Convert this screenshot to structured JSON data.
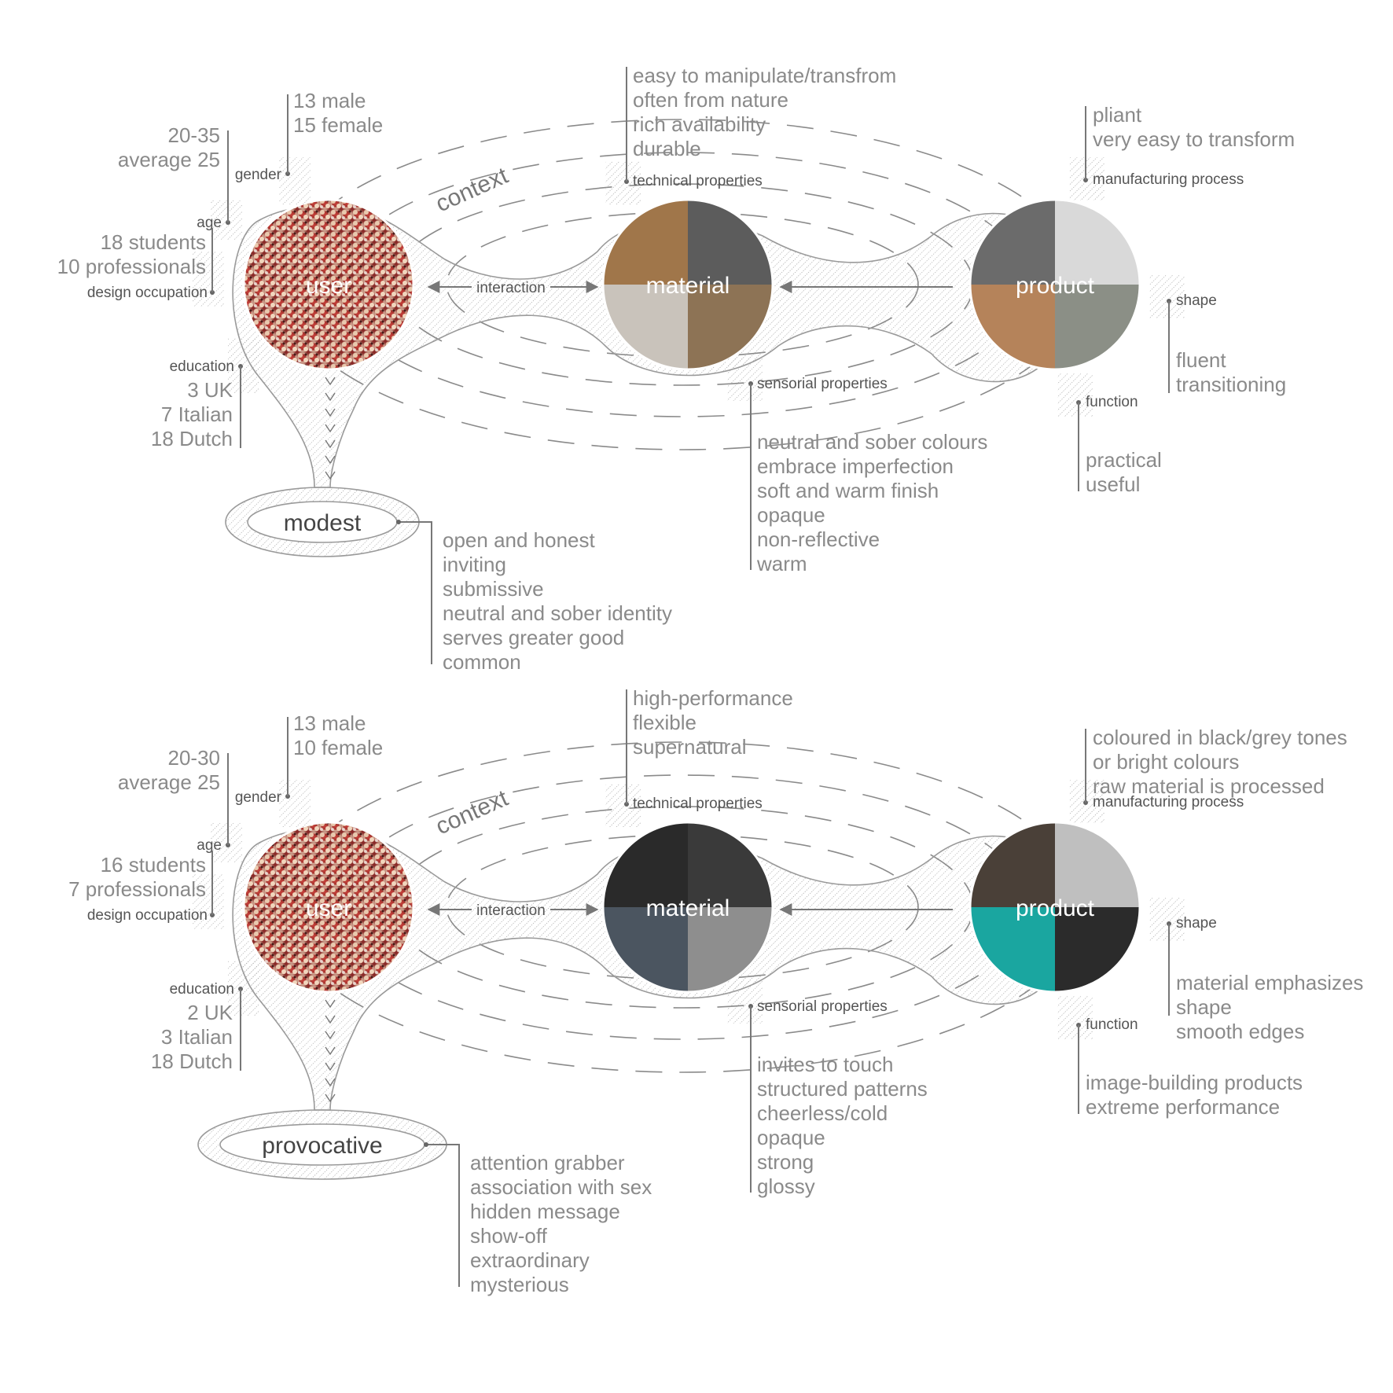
{
  "panels": [
    {
      "key": "modest",
      "context_label": "context",
      "nodes": {
        "user": "user",
        "material": "material",
        "product": "product"
      },
      "interaction_label": "interaction",
      "outcome": "modest",
      "outcome_items": [
        "open and honest",
        "inviting",
        "submissive",
        "neutral and sober identity",
        "serves greater good",
        "common"
      ],
      "gender": {
        "label": "gender",
        "values": [
          "13 male",
          "15 female"
        ]
      },
      "age": {
        "label": "age",
        "values": [
          "20-35",
          "average 25"
        ]
      },
      "design_occupation": {
        "label": "design occupation",
        "values": [
          "18 students",
          "10 professionals"
        ]
      },
      "education": {
        "label": "education",
        "values": [
          "3 UK",
          "7 Italian",
          "18 Dutch"
        ]
      },
      "technical_properties": {
        "label": "technical properties",
        "values": [
          "easy to manipulate/transfrom",
          "often from nature",
          "rich availability",
          "durable"
        ]
      },
      "sensorial_properties": {
        "label": "sensorial properties",
        "values": [
          "neutral and sober colours",
          "embrace imperfection",
          "soft and warm finish",
          "opaque",
          "non-reflective",
          "warm"
        ]
      },
      "manufacturing_process": {
        "label": "manufacturing process",
        "values": [
          "pliant",
          "very easy to transform"
        ]
      },
      "shape": {
        "label": "shape",
        "values": [
          "fluent",
          "transitioning"
        ]
      },
      "function": {
        "label": "function",
        "values": [
          "practical",
          "useful"
        ]
      },
      "colors": {
        "material_quads": [
          "#a0764a",
          "#5c5c5c",
          "#c9c3bb",
          "#8d7355"
        ],
        "product_quads": [
          "#6b6b6b",
          "#d9d9d9",
          "#b5835a",
          "#8b8f86"
        ]
      }
    },
    {
      "key": "provocative",
      "context_label": "context",
      "nodes": {
        "user": "user",
        "material": "material",
        "product": "product"
      },
      "interaction_label": "interaction",
      "outcome": "provocative",
      "outcome_items": [
        "attention grabber",
        "association with sex",
        "hidden message",
        "show-off",
        "extraordinary",
        "mysterious"
      ],
      "gender": {
        "label": "gender",
        "values": [
          "13 male",
          "10 female"
        ]
      },
      "age": {
        "label": "age",
        "values": [
          "20-30",
          "average 25"
        ]
      },
      "design_occupation": {
        "label": "design occupation",
        "values": [
          "16 students",
          "7 professionals"
        ]
      },
      "education": {
        "label": "education",
        "values": [
          "2 UK",
          "3 Italian",
          "18 Dutch"
        ]
      },
      "technical_properties": {
        "label": "technical properties",
        "values": [
          "high-performance",
          "flexible",
          "supernatural"
        ]
      },
      "sensorial_properties": {
        "label": "sensorial properties",
        "values": [
          "invites to touch",
          "structured patterns",
          "cheerless/cold",
          "opaque",
          "strong",
          "glossy"
        ]
      },
      "manufacturing_process": {
        "label": "manufacturing process",
        "values": [
          "coloured in black/grey tones",
          "or bright colours",
          "raw material is processed"
        ]
      },
      "shape": {
        "label": "shape",
        "values": [
          "material emphasizes",
          "shape",
          "smooth edges"
        ]
      },
      "function": {
        "label": "function",
        "values": [
          "image-building products",
          "extreme performance"
        ]
      },
      "colors": {
        "material_quads": [
          "#2a2a2a",
          "#3a3a3a",
          "#4b5560",
          "#8e8e8e"
        ],
        "product_quads": [
          "#4a4038",
          "#bfbfbf",
          "#1aa6a0",
          "#2b2b2b"
        ]
      }
    }
  ],
  "palette": {
    "user_crowd": "#b8322f",
    "line": "#777777",
    "text": "#8a8a8a"
  }
}
